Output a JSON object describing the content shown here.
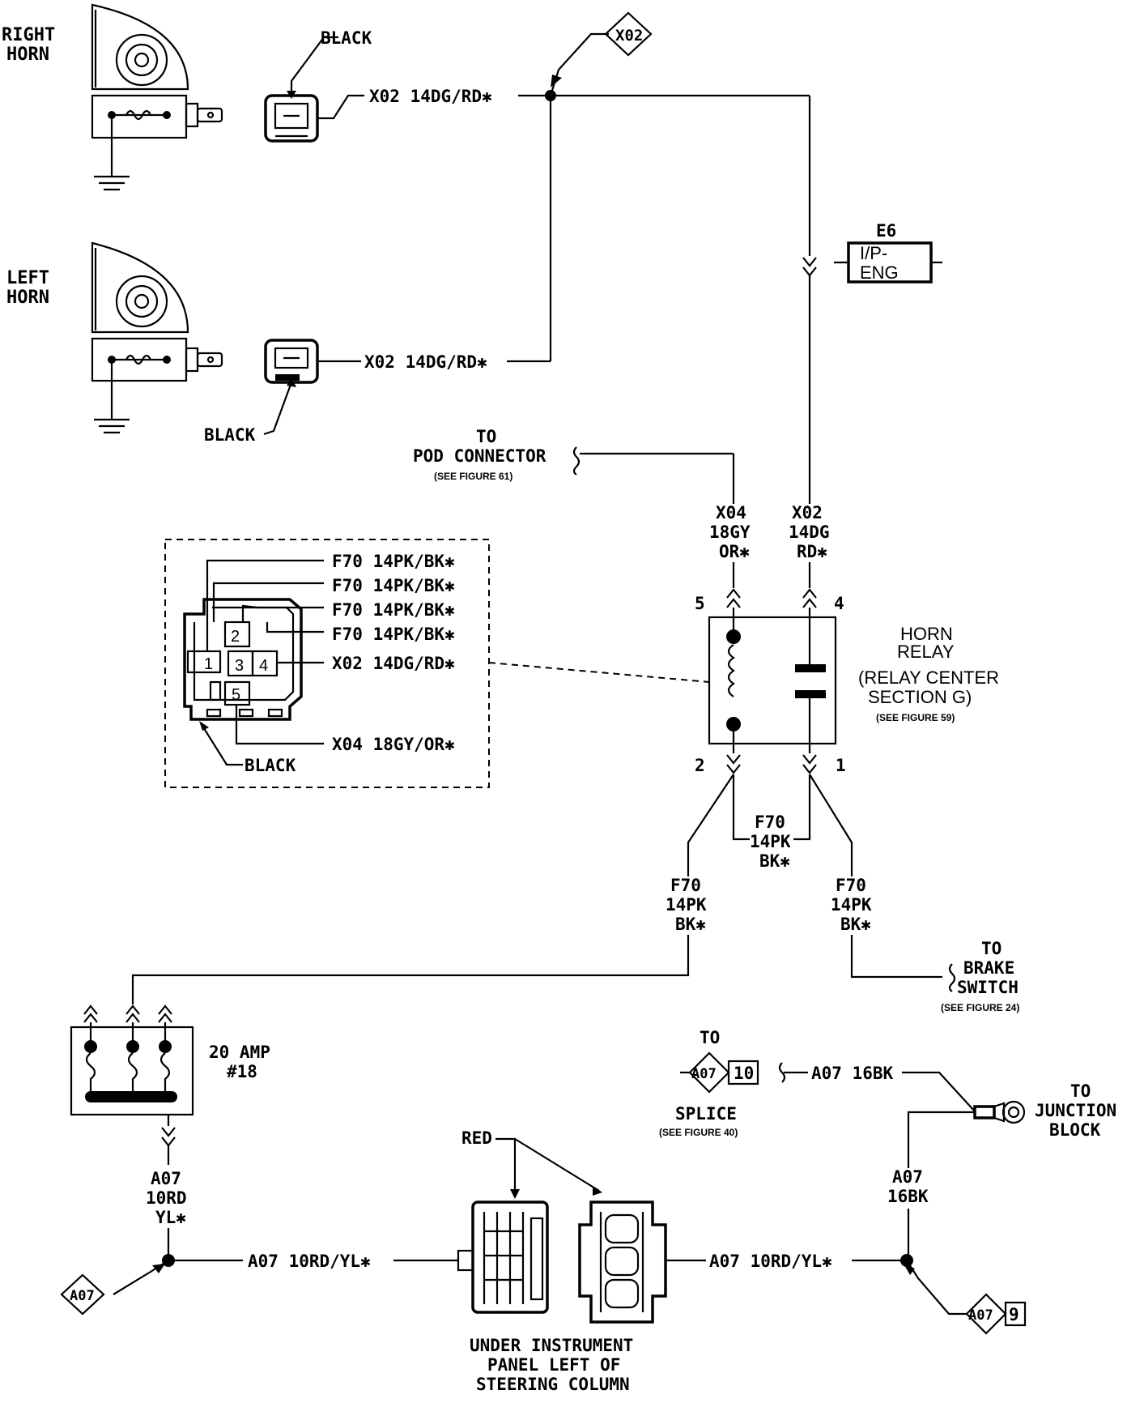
{
  "horns": {
    "right_label_1": "RIGHT",
    "right_label_2": "HORN",
    "left_label_1": "LEFT",
    "left_label_2": "HORN",
    "right_connector_color": "BLACK",
    "left_connector_color": "BLACK",
    "right_wire": "X02 14DG/RD✱",
    "left_wire": "X02 14DG/RD✱"
  },
  "splice_x02": {
    "label": "X02"
  },
  "inline_connector": {
    "code": "E6",
    "line1": "I/P-",
    "line2": "ENG"
  },
  "pod": {
    "line1": "TO",
    "line2": "POD CONNECTOR",
    "ref": "(SEE FIGURE 61)"
  },
  "relay_wires": {
    "x04_1": "X04",
    "x04_2": "18GY",
    "x04_3": "OR✱",
    "x02_1": "X02",
    "x02_2": "14DG",
    "x02_3": "RD✱",
    "f70_mid_1": "F70",
    "f70_mid_2": "14PK",
    "f70_mid_3": "BK✱",
    "f70_left_1": "F70",
    "f70_left_2": "14PK",
    "f70_left_3": "BK✱",
    "f70_right_1": "F70",
    "f70_right_2": "14PK",
    "f70_right_3": "BK✱"
  },
  "relay": {
    "title_1": "HORN",
    "title_2": "RELAY",
    "loc_1": "(RELAY CENTER",
    "loc_2": "SECTION G)",
    "ref": "(SEE FIGURE 59)",
    "pin5": "5",
    "pin4": "4",
    "pin2": "2",
    "pin1": "1"
  },
  "relay_connector": {
    "wires": [
      "F70 14PK/BK✱",
      "F70 14PK/BK✱",
      "F70 14PK/BK✱",
      "F70 14PK/BK✱",
      "X02 14DG/RD✱",
      "X04 18GY/OR✱"
    ],
    "cavities": [
      "1",
      "2",
      "3",
      "4",
      "5"
    ],
    "color": "BLACK"
  },
  "brake": {
    "line1": "TO",
    "line2": "BRAKE",
    "line3": "SWITCH",
    "ref": "(SEE FIGURE 24)"
  },
  "fuse": {
    "line1": "20 AMP",
    "line2": "#18"
  },
  "a07_vertical": {
    "l1": "A07",
    "l2": "10RD",
    "l3": "YL✱"
  },
  "a07_left_wire": "A07 10RD/YL✱",
  "a07_right_wire": "A07 10RD/YL✱",
  "a07_tag_left": "A07",
  "splice": {
    "to": "TO",
    "tag": "A07",
    "num": "10",
    "wire": "A07 16BK",
    "label": "SPLICE",
    "ref": "(SEE FIGURE 40)"
  },
  "junction": {
    "line1": "TO",
    "line2": "JUNCTION",
    "line3": "BLOCK",
    "wire_1": "A07",
    "wire_2": "16BK",
    "tag": "A07",
    "num": "9"
  },
  "connector_red": {
    "label": "RED"
  },
  "location": {
    "line1": "UNDER INSTRUMENT",
    "line2": "PANEL LEFT OF",
    "line3": "STEERING COLUMN"
  }
}
